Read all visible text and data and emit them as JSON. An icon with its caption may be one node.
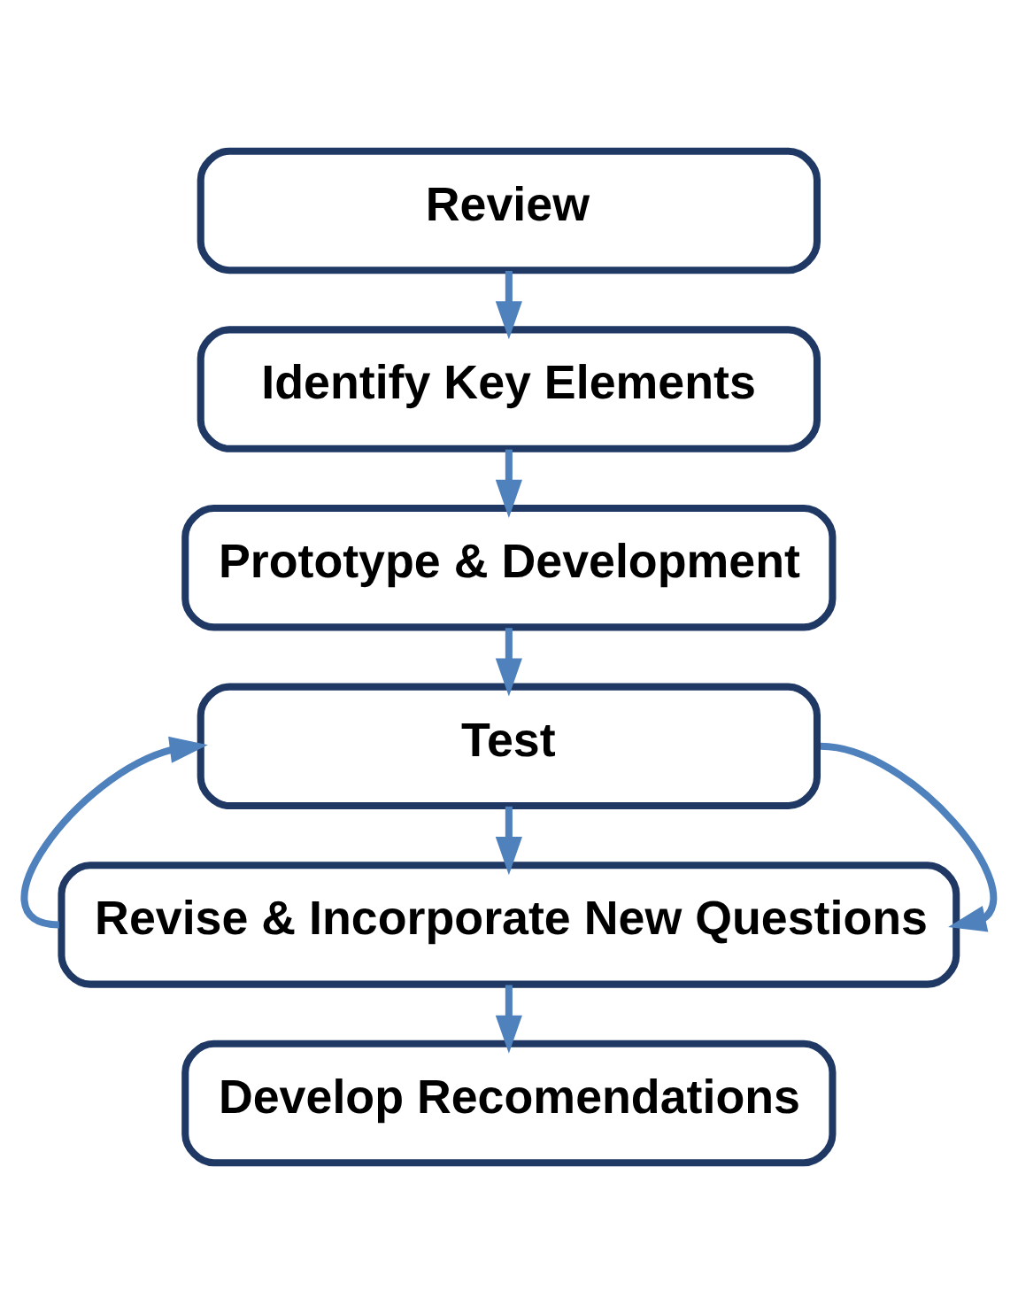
{
  "diagram": {
    "nodes": [
      {
        "text": [
          "Review"
        ]
      },
      {
        "text": [
          "Identify Key Elements"
        ]
      },
      {
        "text": [
          "Prototype & Development"
        ]
      },
      {
        "text": [
          "Test"
        ]
      },
      {
        "text": [
          "Revise & Incorporate New Questions"
        ]
      },
      {
        "text": [
          "Develop Recomendations"
        ]
      }
    ],
    "edges": [
      {
        "from": 0,
        "to": 1,
        "arrow": "to"
      },
      {
        "from": 1,
        "to": 2,
        "arrow": "to"
      },
      {
        "from": 2,
        "to": 3,
        "arrow": "to"
      },
      {
        "from": 3,
        "to": 4,
        "arrow": "to"
      },
      {
        "from": 4,
        "to": 5,
        "arrow": "to"
      },
      {
        "from": 3,
        "to": 4,
        "arrow": "to"
      },
      {
        "from": 4,
        "to": 3,
        "arrow": "to"
      }
    ]
  }
}
